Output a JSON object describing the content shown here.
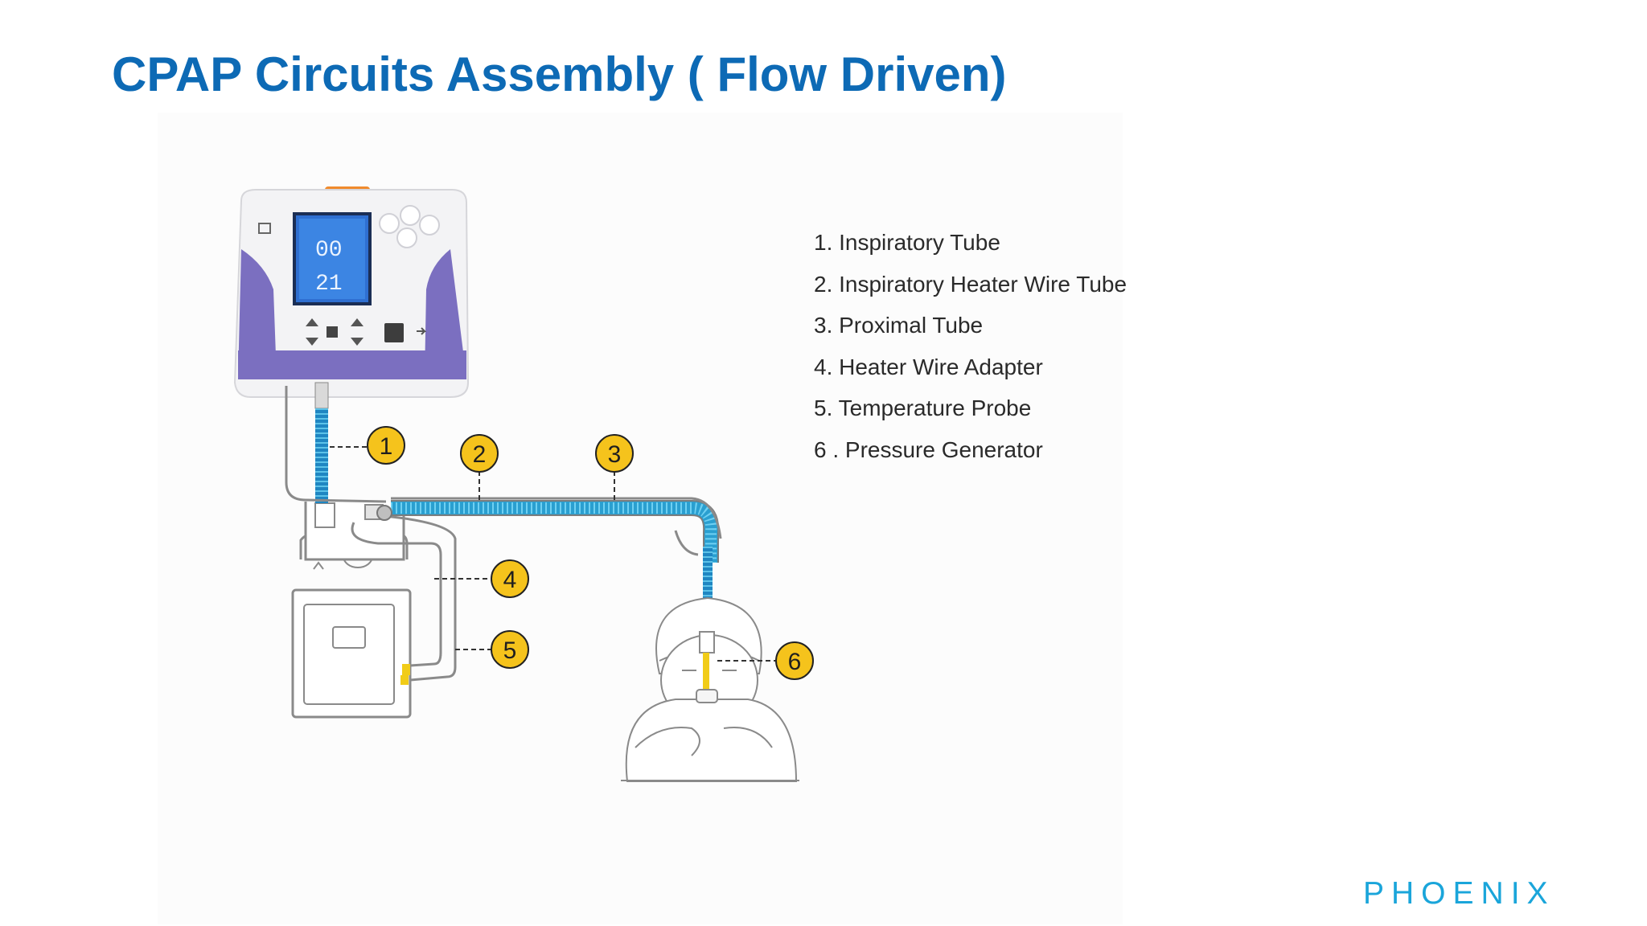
{
  "title": "CPAP Circuits Assembly ( Flow Driven)",
  "legend": [
    "1. Inspiratory Tube",
    "2. Inspiratory Heater Wire Tube",
    "3. Proximal Tube",
    "4. Heater Wire Adapter",
    "5. Temperature Probe",
    "6 . Pressure Generator"
  ],
  "callouts": [
    "1",
    "2",
    "3",
    "4",
    "5",
    "6"
  ],
  "device_screen": {
    "top_value": "00",
    "bottom_value": "21"
  },
  "logo": "PHOENIX",
  "colors": {
    "title": "#0d6ab5",
    "callout_fill": "#f5c31c",
    "tube": "#2a9fd0",
    "device_accent": "#7b6fc0",
    "logo": "#1aa5da"
  }
}
